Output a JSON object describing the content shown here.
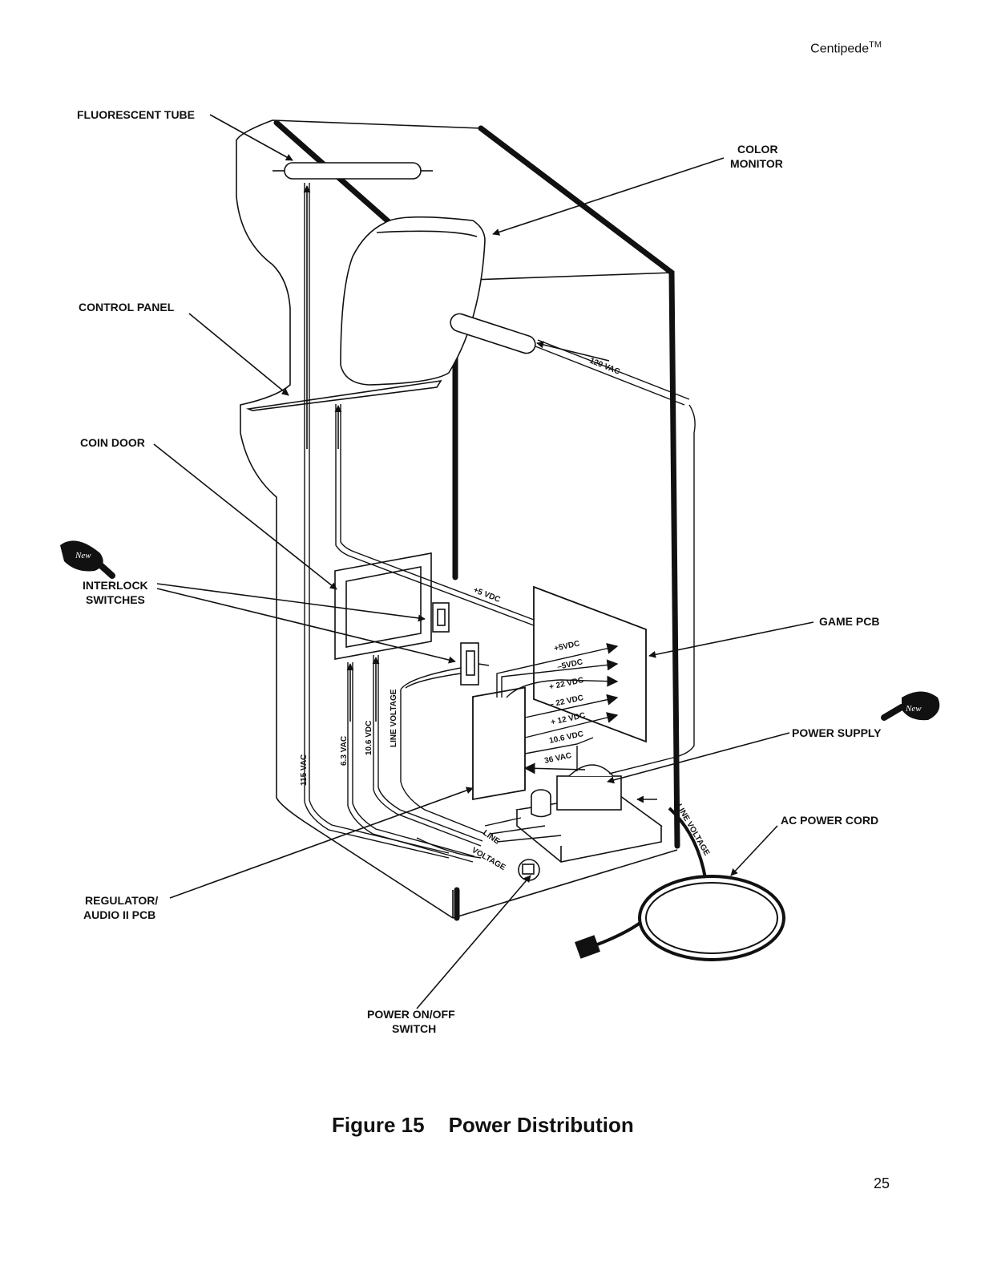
{
  "header": {
    "title": "Centipede",
    "tm": "TM"
  },
  "labels": {
    "fluorescent_tube": "FLUORESCENT TUBE",
    "color_monitor_1": "COLOR",
    "color_monitor_2": "MONITOR",
    "control_panel": "CONTROL PANEL",
    "coin_door": "COIN DOOR",
    "interlock_1": "INTERLOCK",
    "interlock_2": "SWITCHES",
    "game_pcb": "GAME PCB",
    "power_supply": "POWER SUPPLY",
    "ac_power_cord": "AC POWER CORD",
    "regulator_1": "REGULATOR/",
    "regulator_2": "AUDIO II PCB",
    "power_switch_1": "POWER ON/OFF",
    "power_switch_2": "SWITCH"
  },
  "badges": {
    "new": "New"
  },
  "voltages": {
    "v120vac": "120 VAC",
    "p5vdc_top": "+5 VDC",
    "p5vdc": "+5VDC",
    "m5vdc": "–5VDC",
    "p22vdc": "+ 22 VDC",
    "m22vdc": "– 22 VDC",
    "p12vdc": "+ 12 VDC",
    "v10_6vdc": "10.6 VDC",
    "v36vac": "36 VAC",
    "v115vac": "115 VAC",
    "v6_3vac": "6.3 VAC",
    "v10_6vdc_vert": "10.6 VDC",
    "line_voltage_vert": "LINE VOLTAGE",
    "line_voltage_cord": "LINE VOLTAGE",
    "line": "LINE",
    "voltage": "VOLTAGE"
  },
  "caption": {
    "figure": "Figure 15",
    "title": "Power Distribution"
  },
  "page_number": "25"
}
